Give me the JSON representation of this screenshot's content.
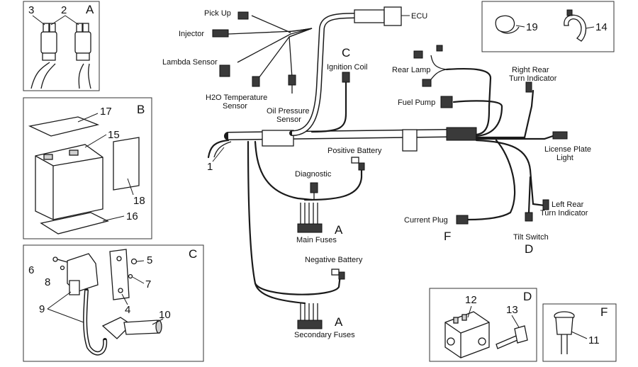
{
  "diagram": {
    "connector_labels": {
      "pick_up": "Pick Up",
      "injector": "Injector",
      "lambda_sensor": "Lambda Sensor",
      "h2o_temperature_sensor_1": "H2O Temperature",
      "h2o_temperature_sensor_2": "Sensor",
      "oil_pressure_sensor_1": "Oil Pressure",
      "oil_pressure_sensor_2": "Sensor",
      "ecu": "ECU",
      "ignition_coil": "Ignition Coil",
      "rear_lamp": "Rear Lamp",
      "right_rear_turn_indicator_1": "Right Rear",
      "right_rear_turn_indicator_2": "Turn Indicator",
      "fuel_pump": "Fuel Pump",
      "positive_battery": "Positive Battery",
      "license_plate_light_1": "License Plate",
      "license_plate_light_2": "Light",
      "diagnostic": "Diagnostic",
      "main_fuses": "Main Fuses",
      "left_rear_turn_indicator_1": "Left Rear",
      "left_rear_turn_indicator_2": "Turn Indicator",
      "current_plug": "Current Plug",
      "tilt_switch": "Tilt Switch",
      "negative_battery": "Negative Battery",
      "secondary_fuses": "Secondary Fuses"
    },
    "section_letters": {
      "inset_a": "A",
      "inset_b": "B",
      "inset_c": "C",
      "inset_d": "D",
      "inset_f": "F",
      "main_ignition_coil": "C",
      "main_fuses": "A",
      "main_secondary_fuses": "A",
      "main_current_plug": "F",
      "main_tilt_switch": "D"
    },
    "part_numbers": {
      "harness": "1",
      "fuse": "2",
      "fuse_holder": "3",
      "bracket": "4",
      "screw_5": "5",
      "screw_6": "6",
      "nut": "7",
      "washer": "8",
      "coil_cable": "9",
      "spark_cap": "10",
      "socket": "11",
      "tilt_sensor": "12",
      "tilt_screw": "13",
      "clamp_14": "14",
      "battery": "15",
      "pad_16": "16",
      "pad_17": "17",
      "pad_18": "18",
      "clip_19": "19"
    }
  }
}
